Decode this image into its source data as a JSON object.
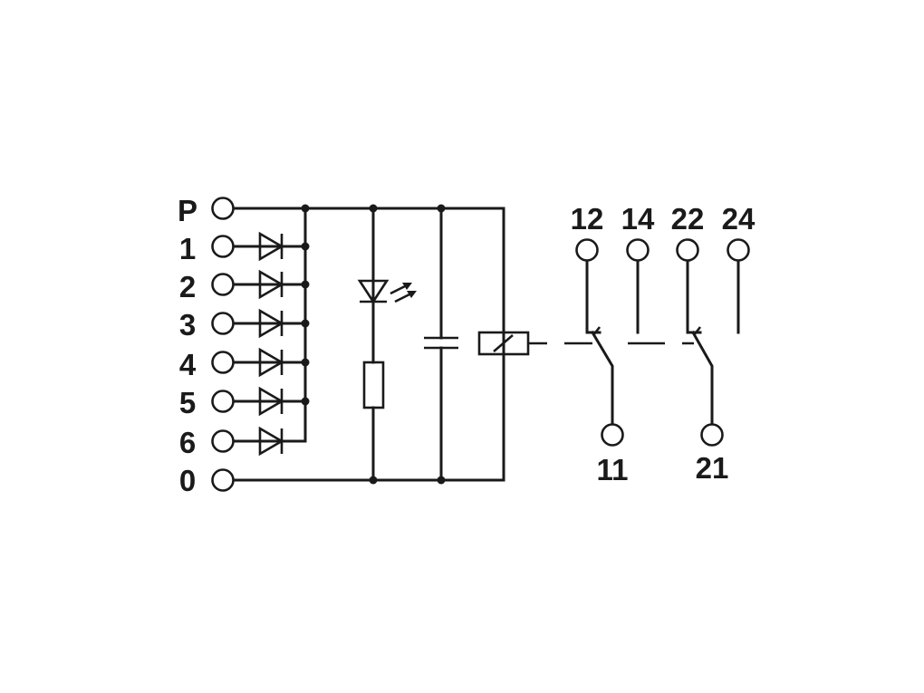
{
  "input_terminals": [
    "P",
    "1",
    "2",
    "3",
    "4",
    "5",
    "6",
    "0"
  ],
  "contact_terminals": {
    "top": [
      "12",
      "14",
      "22",
      "24"
    ],
    "bottom": [
      "11",
      "21"
    ]
  },
  "components": [
    "diode",
    "led",
    "resistor",
    "capacitor",
    "relay-coil",
    "changeover-contact"
  ],
  "colors": {
    "line": "#1a1a1a",
    "background": "#ffffff"
  }
}
